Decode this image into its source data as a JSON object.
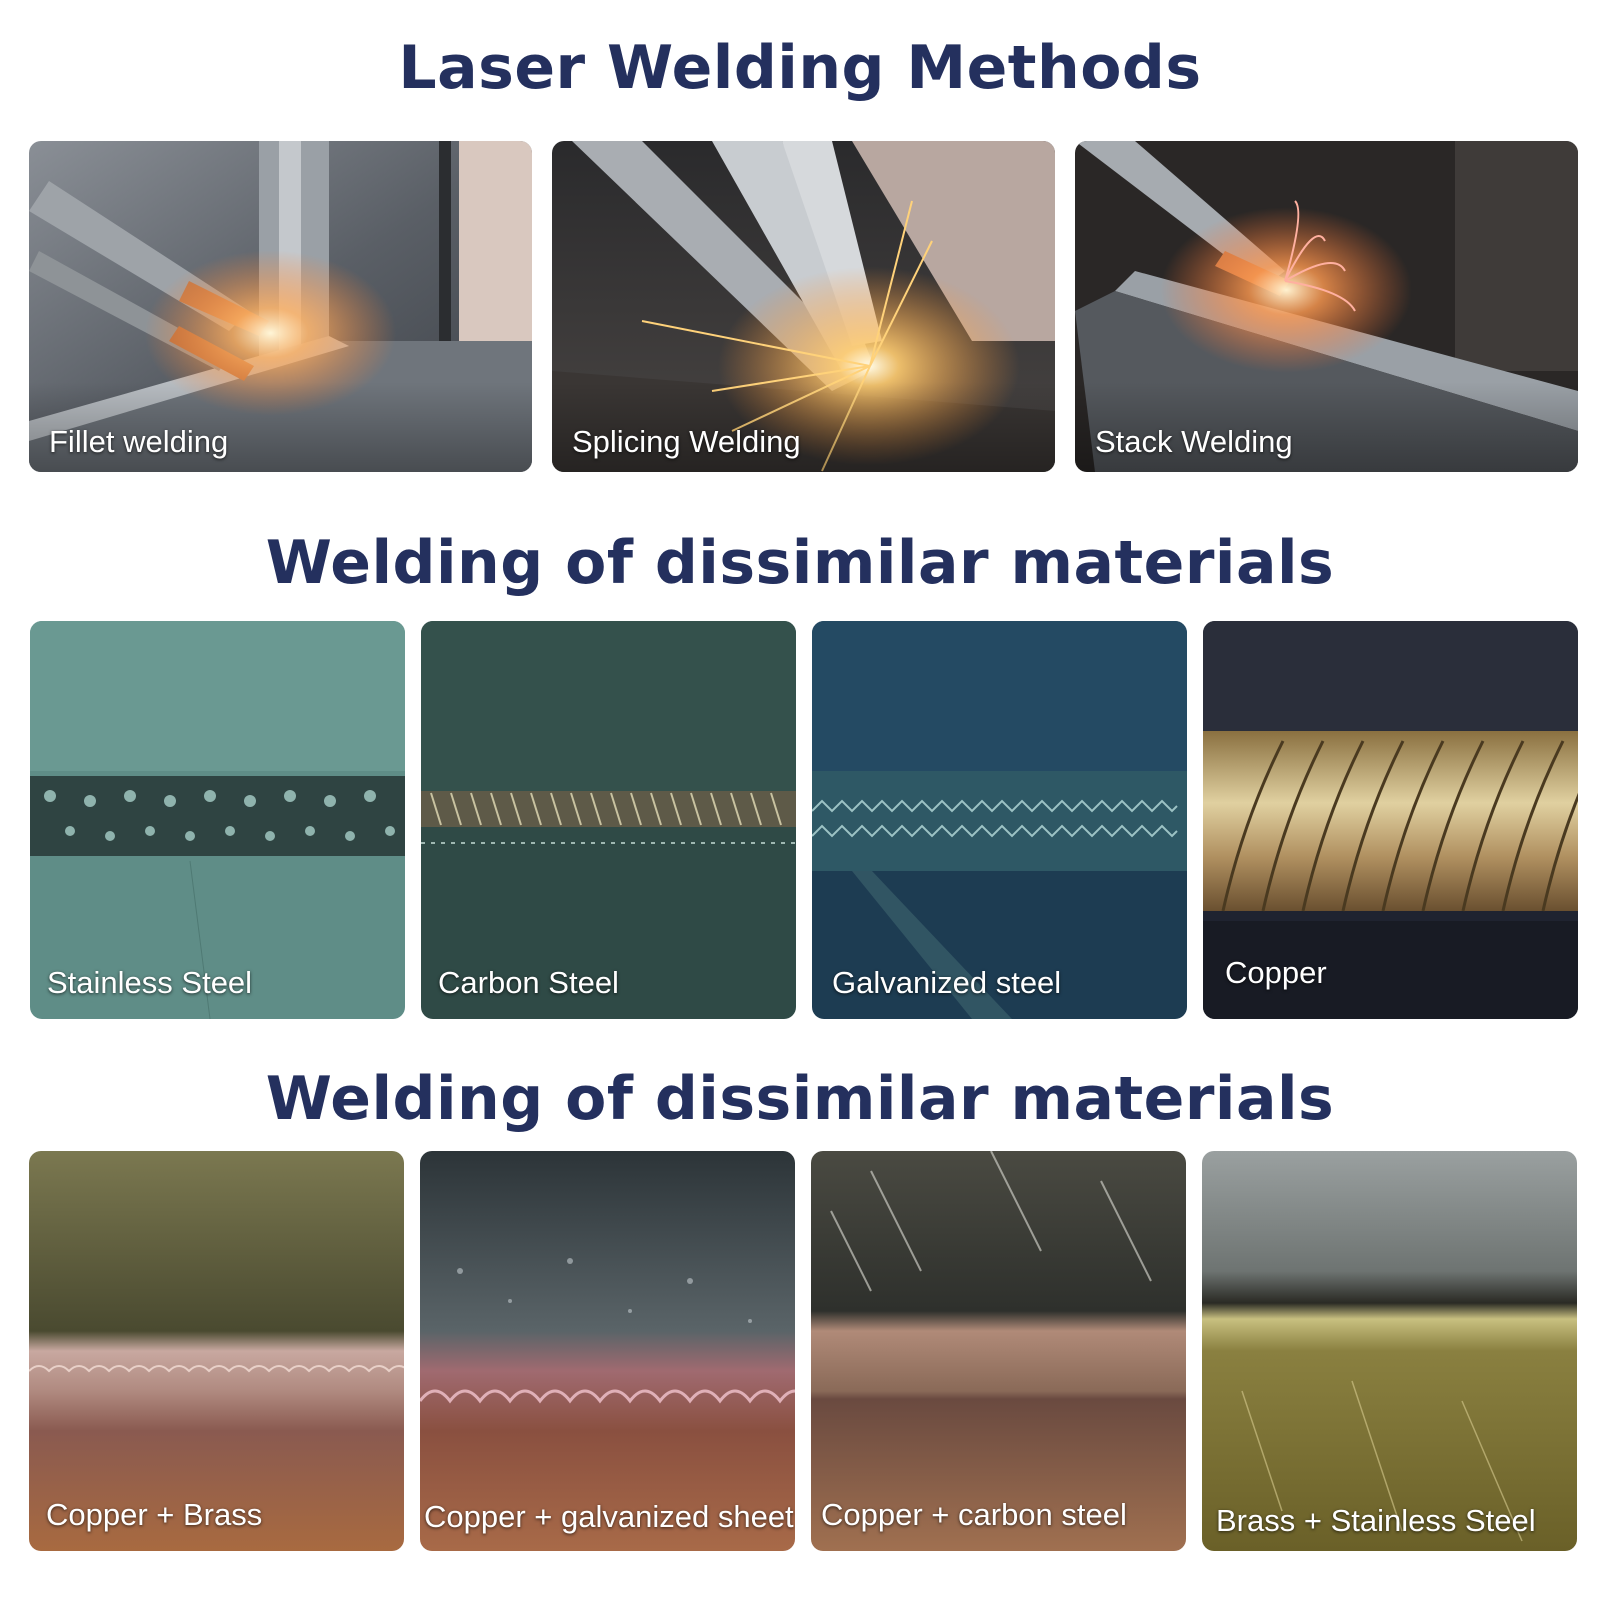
{
  "sections": [
    {
      "title": "Laser Welding Methods",
      "items": [
        {
          "label": "Fillet welding"
        },
        {
          "label": "Splicing Welding"
        },
        {
          "label": "Stack Welding"
        }
      ]
    },
    {
      "title": "Welding of dissimilar materials",
      "items": [
        {
          "label": "Stainless Steel"
        },
        {
          "label": "Carbon Steel"
        },
        {
          "label": "Galvanized steel"
        },
        {
          "label": "Copper"
        }
      ]
    },
    {
      "title": "Welding of dissimilar materials",
      "items": [
        {
          "label": "Copper + Brass"
        },
        {
          "label": "Copper + galvanized sheet"
        },
        {
          "label": "Copper + carbon steel"
        },
        {
          "label": "Brass + Stainless Steel"
        }
      ]
    }
  ],
  "colors": {
    "heading": "#24305e",
    "caption": "#ffffff"
  }
}
